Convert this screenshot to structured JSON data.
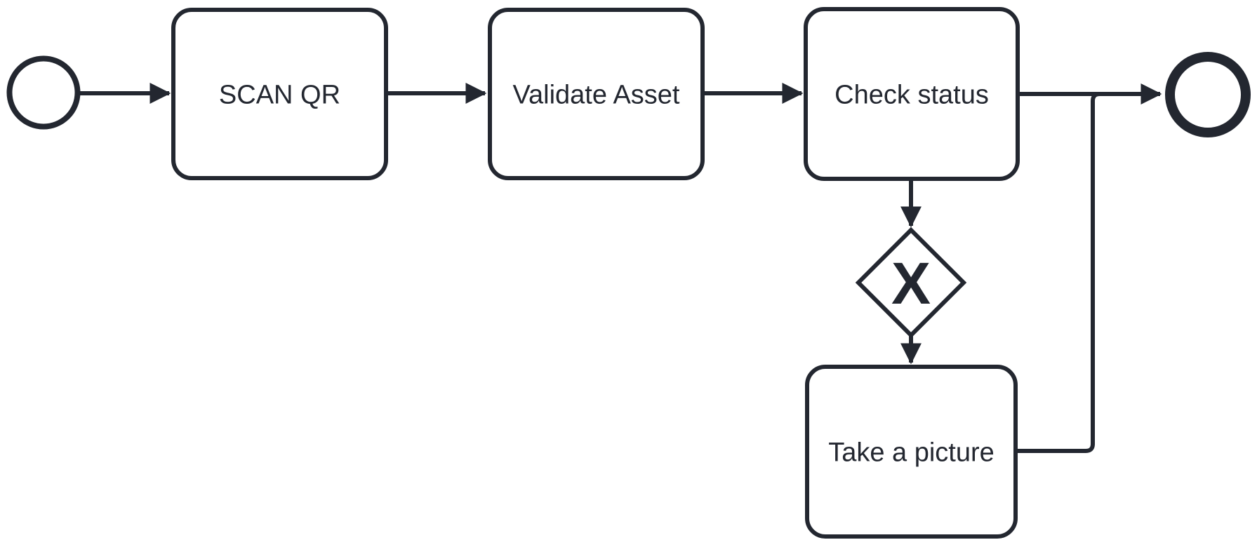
{
  "diagram": {
    "kind": "bpmn-process-flow",
    "colors": {
      "stroke": "#232730",
      "shape_fill": "#ffffff",
      "background": "#ffffff"
    },
    "nodes": {
      "start": {
        "type": "start-event",
        "label": ""
      },
      "scan_qr": {
        "type": "task",
        "label": "SCAN QR"
      },
      "validate_asset": {
        "type": "task",
        "label": "Validate Asset"
      },
      "check_status": {
        "type": "task",
        "label": "Check status"
      },
      "gateway": {
        "type": "exclusive-gateway",
        "marker": "X"
      },
      "take_picture": {
        "type": "task",
        "label": "Take a picture"
      },
      "end": {
        "type": "end-event",
        "label": ""
      }
    },
    "flows": [
      {
        "from": "start",
        "to": "scan_qr"
      },
      {
        "from": "scan_qr",
        "to": "validate_asset"
      },
      {
        "from": "validate_asset",
        "to": "check_status"
      },
      {
        "from": "check_status",
        "to": "end"
      },
      {
        "from": "check_status",
        "to": "gateway"
      },
      {
        "from": "gateway",
        "to": "take_picture"
      },
      {
        "from": "take_picture",
        "to": "end"
      }
    ]
  }
}
